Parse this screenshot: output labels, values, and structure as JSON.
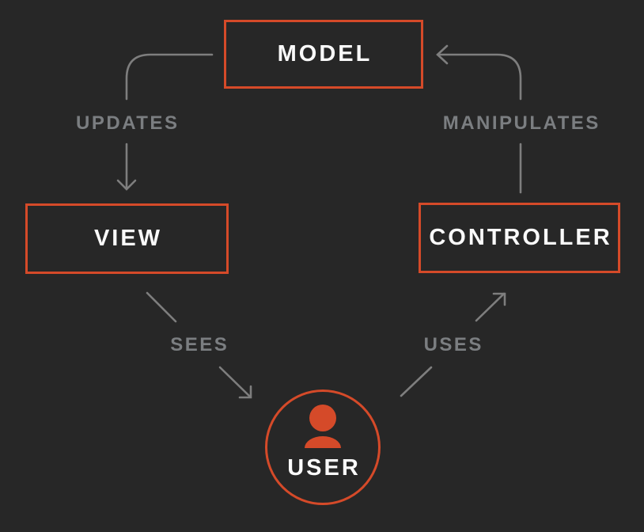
{
  "diagram": {
    "nodes": {
      "model": {
        "label": "MODEL",
        "shape": "rect"
      },
      "view": {
        "label": "VIEW",
        "shape": "rect"
      },
      "controller": {
        "label": "CONTROLLER",
        "shape": "rect"
      },
      "user": {
        "label": "USER",
        "shape": "circle",
        "icon": "person-icon"
      }
    },
    "edges": {
      "updates": {
        "label": "UPDATES",
        "from": "MODEL",
        "to": "VIEW"
      },
      "manipulates": {
        "label": "MANIPULATES",
        "from": "CONTROLLER",
        "to": "MODEL"
      },
      "sees": {
        "label": "SEES",
        "from": "VIEW",
        "to": "USER"
      },
      "uses": {
        "label": "USES",
        "from": "USER",
        "to": "CONTROLLER"
      }
    },
    "colors": {
      "background": "#272727",
      "accent": "#d54a29",
      "line": "#7e7e7e",
      "edge_label": "#7b7e81",
      "node_label": "#fafafa"
    }
  }
}
